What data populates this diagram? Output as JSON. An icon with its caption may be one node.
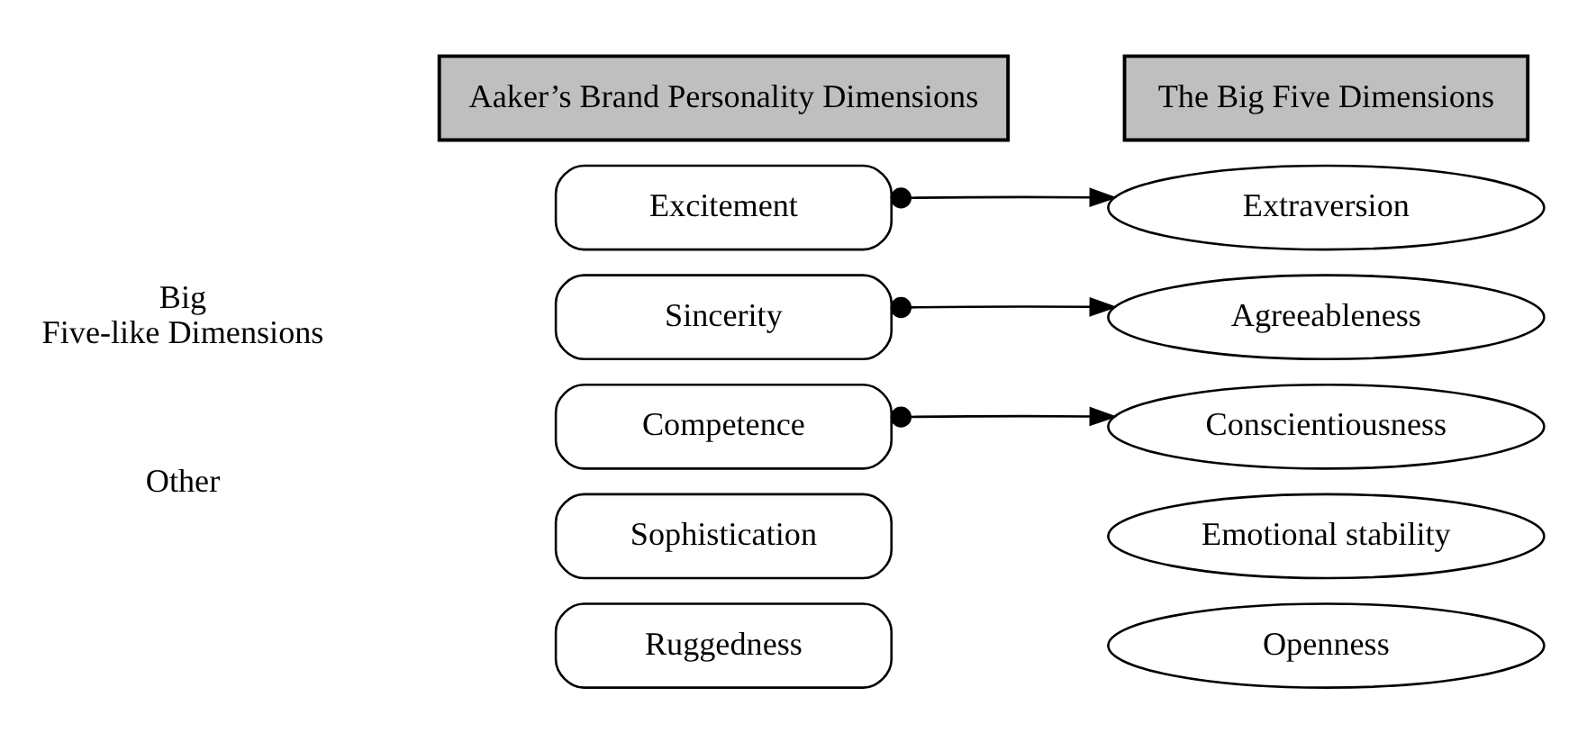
{
  "diagram": {
    "nodes": [
      {
        "text": [
          "Aaker’s Brand Personality Dimensions"
        ]
      },
      {
        "text": [
          "The Big Five Dimensions"
        ]
      },
      {
        "text": [
          "Excitement"
        ]
      },
      {
        "text": [
          "Sincerity"
        ]
      },
      {
        "text": [
          "Competence"
        ]
      },
      {
        "text": [
          "Sophistication"
        ]
      },
      {
        "text": [
          "Ruggedness"
        ]
      },
      {
        "text": [
          "Extraversion"
        ]
      },
      {
        "text": [
          "Agreeableness"
        ]
      },
      {
        "text": [
          "Conscientiousness"
        ]
      },
      {
        "text": [
          "Emotional stability"
        ]
      },
      {
        "text": [
          "Openness"
        ]
      }
    ],
    "edges": [
      {
        "from": 2,
        "to": 7,
        "arrow": "to"
      },
      {
        "from": 3,
        "to": 8,
        "arrow": "to"
      },
      {
        "from": 4,
        "to": 9,
        "arrow": "to"
      }
    ],
    "labels": [
      "Big Five-like Dimensions",
      "Other"
    ]
  }
}
